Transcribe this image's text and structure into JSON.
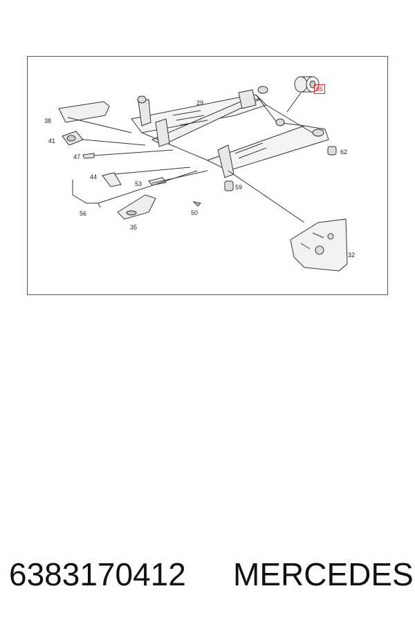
{
  "diagram": {
    "callouts": [
      {
        "id": "29",
        "label": "29",
        "highlighted": false
      },
      {
        "id": "38",
        "label": "38",
        "highlighted": false
      },
      {
        "id": "41",
        "label": "41",
        "highlighted": false
      },
      {
        "id": "47",
        "label": "47",
        "highlighted": false
      },
      {
        "id": "44",
        "label": "44",
        "highlighted": false
      },
      {
        "id": "53",
        "label": "53",
        "highlighted": false
      },
      {
        "id": "56",
        "label": "56",
        "highlighted": false
      },
      {
        "id": "35",
        "label": "35",
        "highlighted": false
      },
      {
        "id": "50",
        "label": "50",
        "highlighted": false
      },
      {
        "id": "59",
        "label": "59",
        "highlighted": false
      },
      {
        "id": "62",
        "label": "62",
        "highlighted": false
      },
      {
        "id": "65",
        "label": "65",
        "highlighted": true
      },
      {
        "id": "32",
        "label": "32",
        "highlighted": false
      }
    ],
    "highlight_color": "#e22222"
  },
  "caption": {
    "part_number": "6383170412",
    "brand": "MERCEDES"
  }
}
